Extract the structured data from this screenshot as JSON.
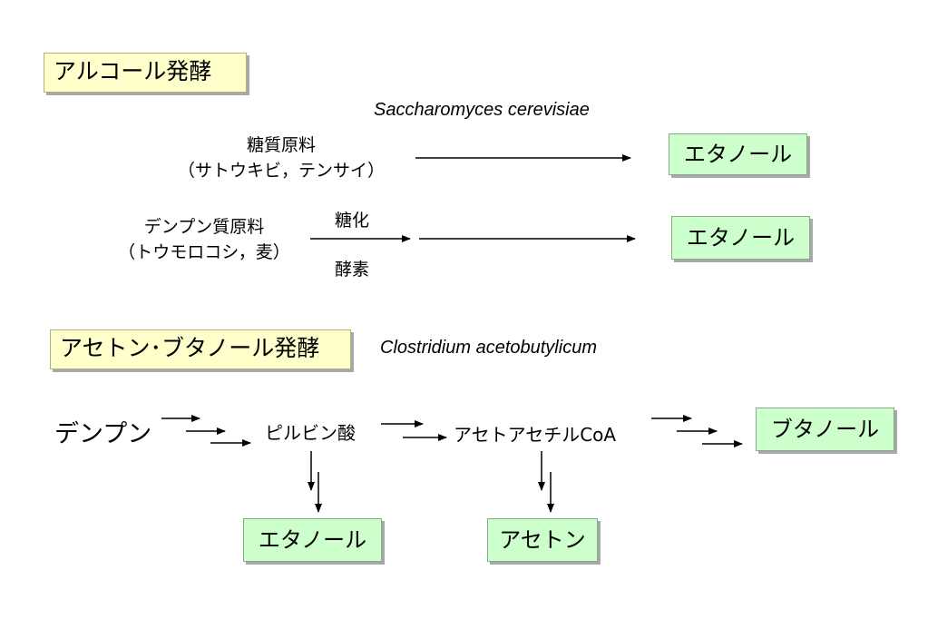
{
  "alcohol": {
    "heading": "アルコール発酵",
    "organism": "Saccharomyces cerevisiae",
    "sugar_source": {
      "line1": "糖質原料",
      "line2": "（サトウキビ，テンサイ）"
    },
    "starch_source": {
      "line1": "デンプン質原料",
      "line2": "（トウモロコシ，麦）"
    },
    "step_above": "糖化",
    "step_below": "酵素",
    "product1": "エタノール",
    "product2": "エタノール"
  },
  "abe": {
    "heading": "アセトン･ブタノール発酵",
    "organism": "Clostridium acetobutylicum",
    "start": "デンプン",
    "intermediate1": "ピルビン酸",
    "intermediate2": "アセトアセチルCoA",
    "product_main": "ブタノール",
    "product_ethanol": "エタノール",
    "product_acetone": "アセトン"
  }
}
